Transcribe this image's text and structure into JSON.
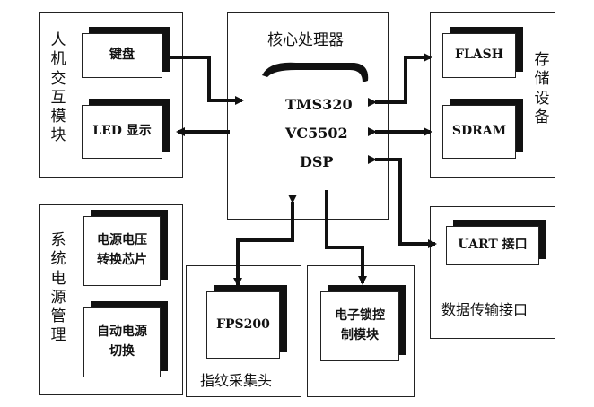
{
  "hmi": {
    "group_label": "人机交互模块",
    "keyboard": "键盘",
    "led": "LED 显示"
  },
  "core": {
    "title": "核心处理器",
    "chip_line1": "TMS320",
    "chip_line2": "VC5502",
    "chip_line3": "DSP"
  },
  "storage": {
    "group_label": "存储设备",
    "flash": "FLASH",
    "sdram": "SDRAM"
  },
  "power": {
    "group_label": "系统电源管理",
    "converter": "电源电压转换芯片",
    "switch": "自动电源切换"
  },
  "fingerprint": {
    "chip": "FPS200",
    "caption": "指纹采集头"
  },
  "lock": {
    "module": "电子锁控制模块"
  },
  "comm": {
    "uart": "UART 接口",
    "caption": "数据传输接口"
  }
}
